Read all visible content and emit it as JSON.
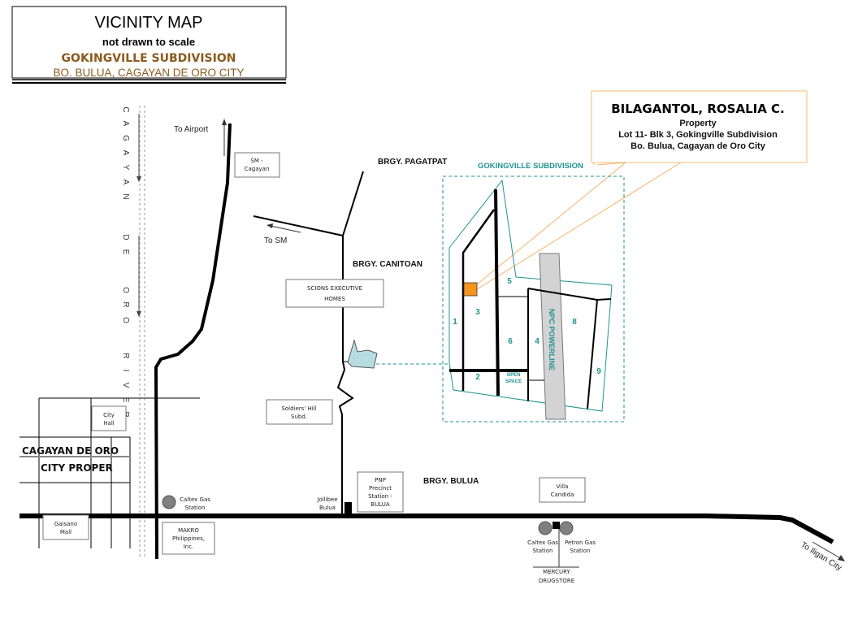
{
  "title_block": {
    "title": "VICINITY MAP",
    "subtitle": "not drawn to scale",
    "subdivision": "GOKINGVILLE SUBDIVISION",
    "location": "BO. BULUA, CAGAYAN DE ORO CITY"
  },
  "callout": {
    "owner": "BILAGANTOL, ROSALIA C.",
    "line1": "Property",
    "line2": "Lot 11- Blk 3, Gokingville Subdivision",
    "line3": "Bo. Bulua, Cagayan de Oro City"
  },
  "river": {
    "letters": [
      "C",
      "A",
      "G",
      "A",
      "Y",
      "A",
      "N",
      "D",
      "E",
      "O",
      "R",
      "O",
      "R",
      "I",
      "V",
      "E",
      "R"
    ],
    "name": "CAGAYAN DE ORO RIVER"
  },
  "labels": {
    "to_airport": "To Airport",
    "to_sm": "To  SM",
    "to_iligan": "To  Iligan City",
    "brgy_pagatpat": "BRGY. PAGATPAT",
    "brgy_canitoan": "BRGY. CANITOAN",
    "brgy_bulua": "BRGY. BULUA",
    "city_proper_1": "CAGAYAN DE ORO",
    "city_proper_2": "CITY PROPER",
    "jollibee": [
      "Jollibee",
      "Bulua"
    ],
    "caltex_left": [
      "Caltex Gas",
      "Station"
    ],
    "caltex_right": [
      "Caltex Gas",
      "Station"
    ],
    "petron": [
      "Petron Gas",
      "Station"
    ],
    "mercury": [
      "MERCURY",
      "DRUGSTORE"
    ]
  },
  "landmarks": {
    "sm_cagayan": [
      "SM -",
      "Cagayan"
    ],
    "scions": [
      "SCIONS  EXECUTIVE",
      "HOMES"
    ],
    "soldiers_hill": [
      "Soldiers' Hill",
      "Subd."
    ],
    "city_hall": [
      "City",
      "Hall"
    ],
    "gaisano": [
      "Gaisano",
      "Mall"
    ],
    "makro": [
      "MAKRO",
      "Philippines,",
      "Inc."
    ],
    "pnp": [
      "PNP",
      "Precinct",
      "Station -",
      "BULUA"
    ],
    "villa_candida": [
      "Villa",
      "Candida"
    ]
  },
  "subdivision": {
    "label": "GOKINGVILLE SUBDIVISION",
    "powerline": "NPC POWERLINE",
    "blocks": [
      "1",
      "2",
      "3",
      "4",
      "5",
      "6",
      "8",
      "9"
    ],
    "open_space": [
      "OPEN",
      "SPACE"
    ]
  },
  "colors": {
    "brown": "#8b5a1e",
    "teal": "#1f9390",
    "orange": "#f7941d",
    "callout_border": "#f5c98a",
    "parcel": "#b7dde2"
  }
}
